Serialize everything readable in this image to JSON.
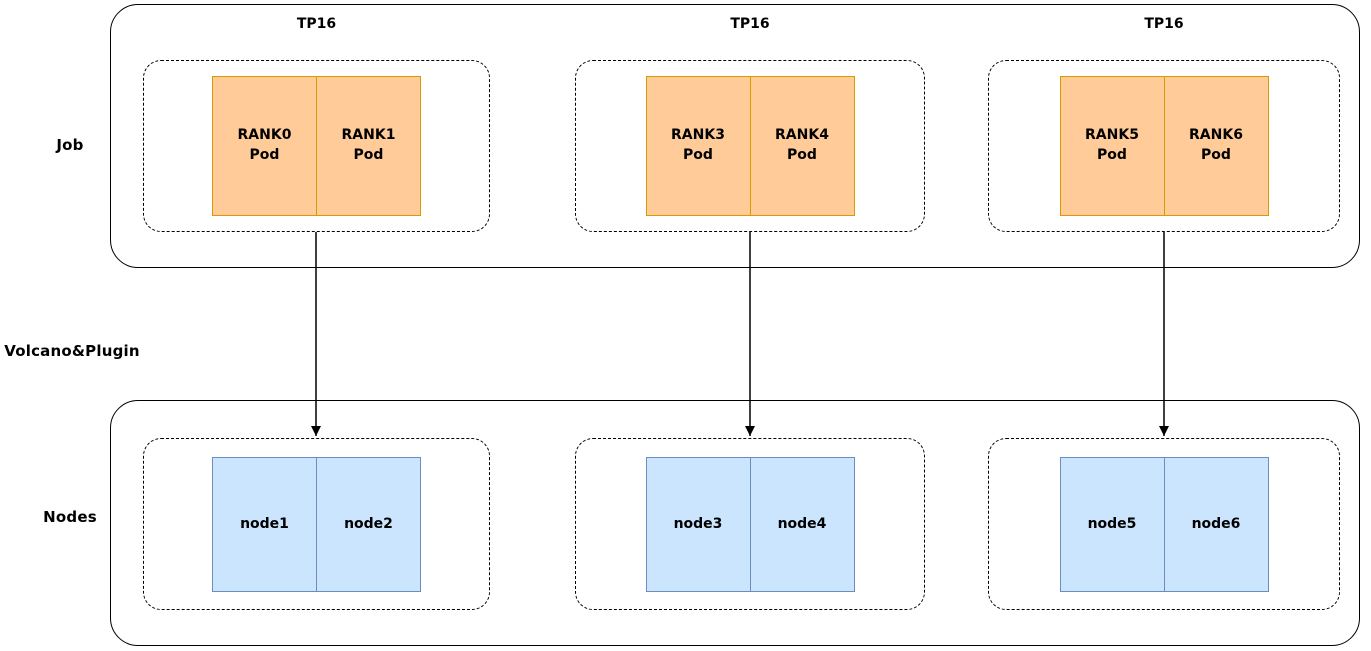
{
  "labels": {
    "job": "Job",
    "middle": "Volcano&Plugin",
    "nodes": "Nodes"
  },
  "groups": [
    {
      "tp_label": "TP16",
      "pods": [
        {
          "rank": "RANK0",
          "type": "Pod"
        },
        {
          "rank": "RANK1",
          "type": "Pod"
        }
      ],
      "nodes": [
        "node1",
        "node2"
      ]
    },
    {
      "tp_label": "TP16",
      "pods": [
        {
          "rank": "RANK3",
          "type": "Pod"
        },
        {
          "rank": "RANK4",
          "type": "Pod"
        }
      ],
      "nodes": [
        "node3",
        "node4"
      ]
    },
    {
      "tp_label": "TP16",
      "pods": [
        {
          "rank": "RANK5",
          "type": "Pod"
        },
        {
          "rank": "RANK6",
          "type": "Pod"
        }
      ],
      "nodes": [
        "node5",
        "node6"
      ]
    }
  ],
  "colors": {
    "pod_fill": "#ffcc99",
    "pod_border": "#d79b00",
    "node_fill": "#cce5ff",
    "node_border": "#6c8ebf",
    "line_color": "#000000"
  }
}
